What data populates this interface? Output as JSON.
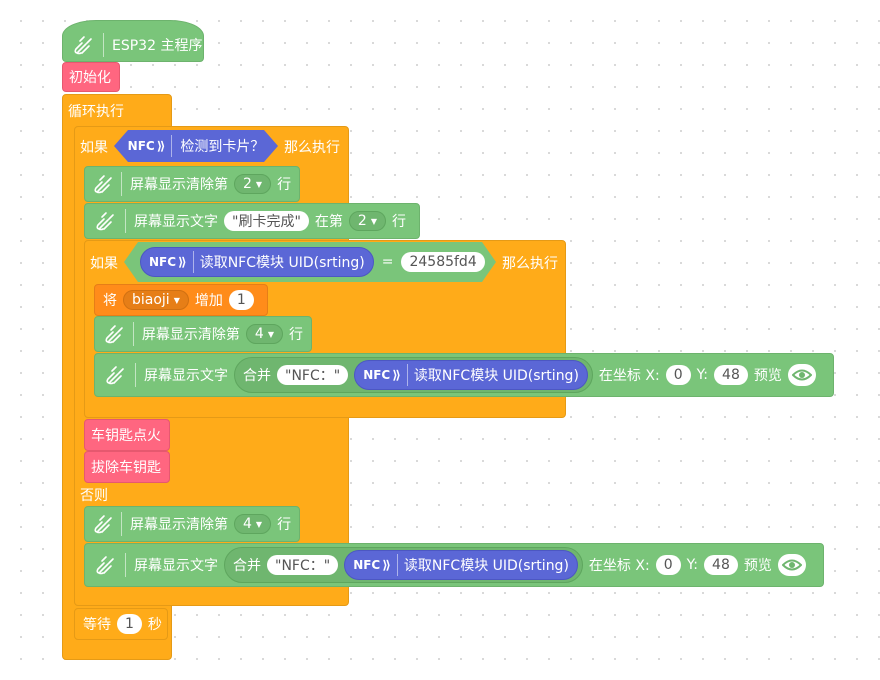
{
  "program": {
    "hat_label": "ESP32 主程序",
    "init_label": "初始化",
    "loop_label": "循环执行"
  },
  "if1": {
    "if_label": "如果",
    "then_label": "那么执行",
    "nfc_tag": "NFC",
    "condition": "检测到卡片？"
  },
  "blocks": {
    "clear_line_label": "屏幕显示清除第",
    "line_suffix": "行",
    "clear1_value": "2",
    "show_text_label": "屏幕显示文字",
    "show_text_value": "\"刷卡完成\"",
    "at_line_label": "在第",
    "at_line_value": "2"
  },
  "if2": {
    "if_label": "如果",
    "read_uid": "读取NFC模块 UID(srting)",
    "equals": "=",
    "compare_value": "24585fd4",
    "then_label": "那么执行"
  },
  "inner": {
    "set_label": "将",
    "var_name": "biaoji",
    "add_label": "增加",
    "add_value": "1",
    "clear2_value": "4",
    "join_label": "合并",
    "nfc_text": "\"NFC：\"",
    "coord_label": "在坐标 X:",
    "x_value": "0",
    "y_label": "Y:",
    "y_value": "48",
    "preview_label": "预览"
  },
  "after": {
    "ignite_label": "车钥匙点火",
    "remove_label": "拔除车钥匙",
    "else_label": "否则"
  },
  "else_blocks": {
    "clear_value": "4",
    "x_value": "0",
    "y_value": "48"
  },
  "wait": {
    "label": "等待",
    "value": "1",
    "unit": "秒"
  },
  "colors": {
    "control": "#ffab19",
    "display": "#7ac57a",
    "nfc": "#5b67d6",
    "action": "#ff6680"
  }
}
